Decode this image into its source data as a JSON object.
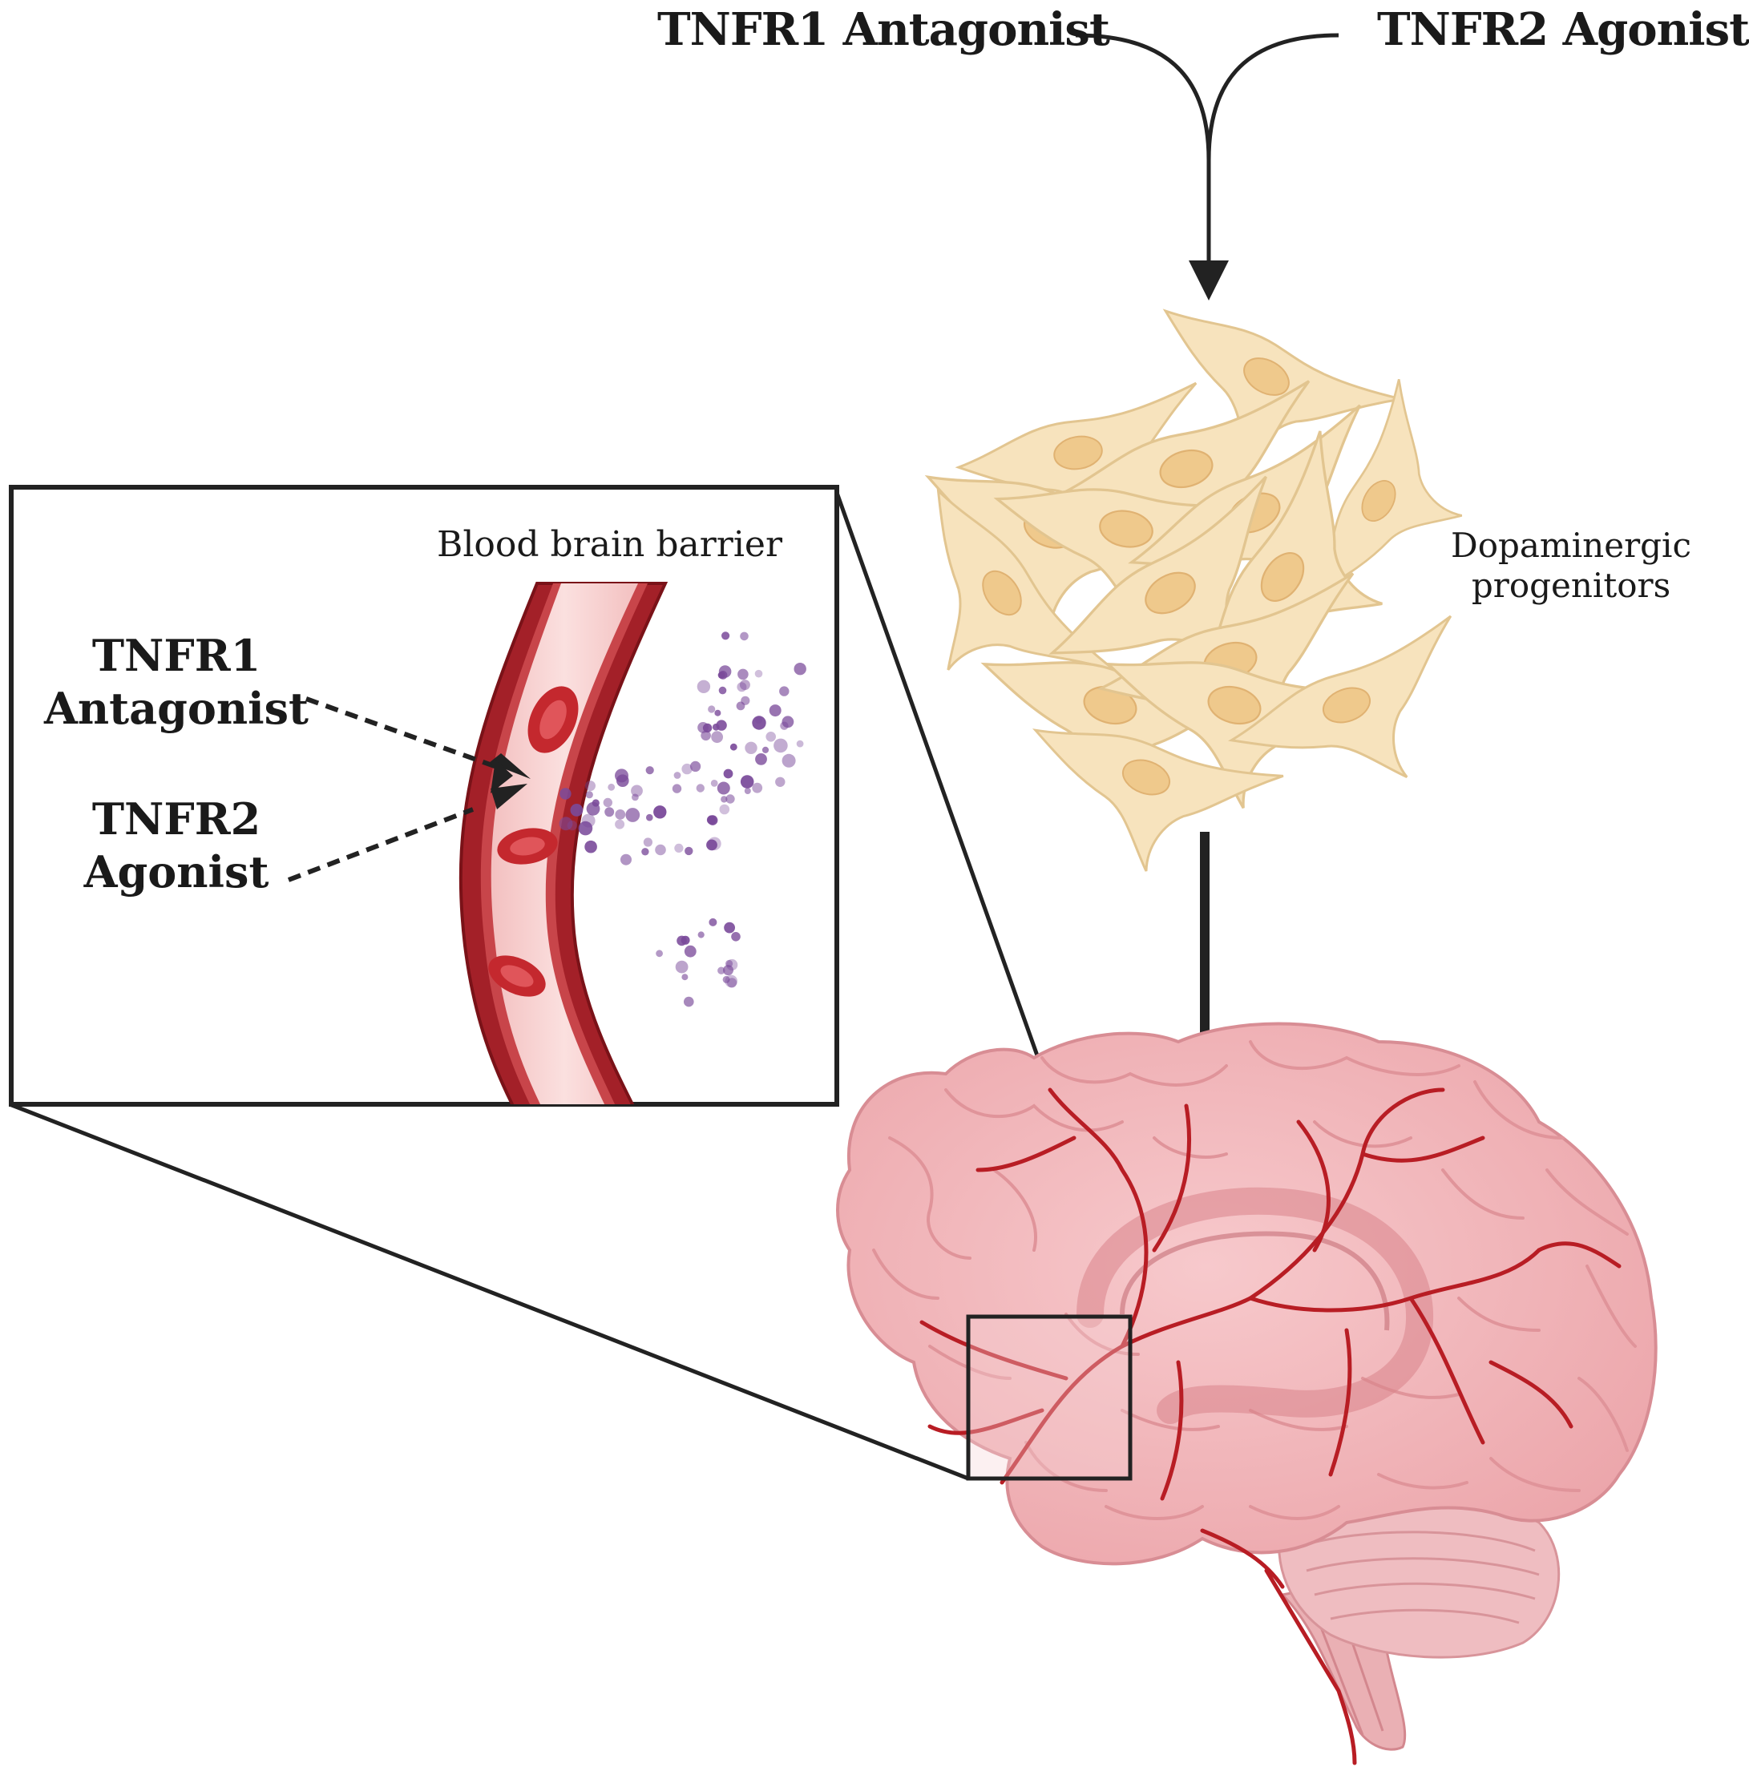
{
  "top_labels": {
    "tnfr1": "TNFR1 Antagonist",
    "tnfr2": "TNFR2 Agonist"
  },
  "cells_label": "Dopaminergic progenitors",
  "inset": {
    "title": "Blood brain barrier",
    "tnfr1": "TNFR1 Antagonist",
    "tnfr2": "TNFR2 Agonist"
  },
  "colors": {
    "text": "#1a1a1a",
    "arrow": "#222222",
    "cell_body": "#f7e3bd",
    "cell_nucleus": "#efc98c",
    "vessel_wall": "#a32028",
    "vessel_lumen": "#f8d4d4",
    "blood_cell": "#c4282e",
    "brain": "#f2b7bb",
    "brain_fold": "#e0949a",
    "artery": "#b81d24",
    "particle": "#7a4a9a"
  }
}
